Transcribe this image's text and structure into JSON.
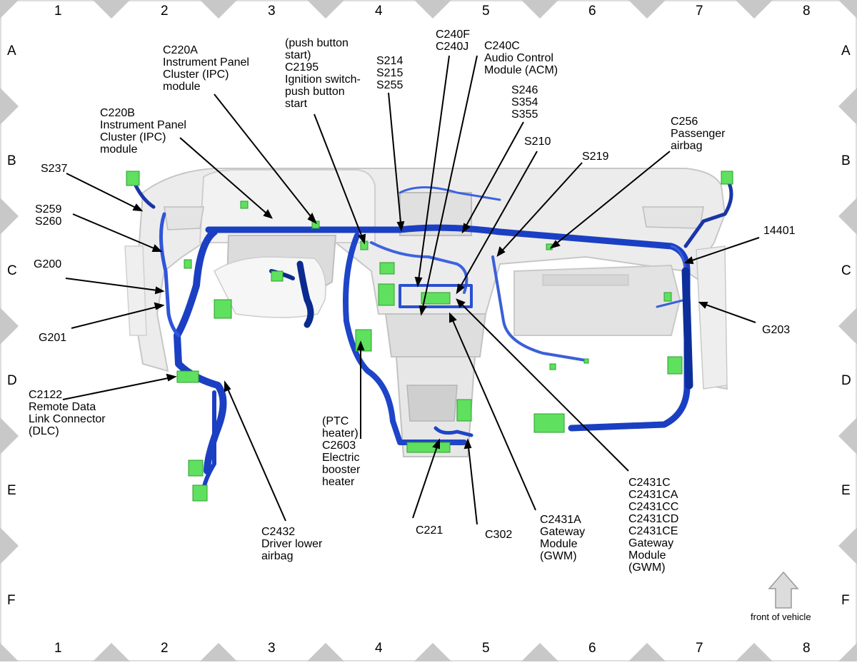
{
  "grid": {
    "columns": [
      "1",
      "2",
      "3",
      "4",
      "5",
      "6",
      "7",
      "8"
    ],
    "rows": [
      "A",
      "B",
      "C",
      "D",
      "E",
      "F"
    ]
  },
  "labels": {
    "c220a": "C220A\nInstrument Panel\nCluster (IPC)\nmodule",
    "c220b": "C220B\nInstrument Panel\nCluster (IPC)\nmodule",
    "c2195": "(push button\nstart)\nC2195\nIgnition switch-\npush button\nstart",
    "s214": "S214\nS215\nS255",
    "c240f": "C240F\nC240J",
    "c240c": "C240C\nAudio Control\nModule (ACM)",
    "s246": "S246\nS354\nS355",
    "s210": "S210",
    "s219": "S219",
    "c256": "C256\nPassenger\nairbag",
    "s237": "S237",
    "s259": "S259\nS260",
    "g200": "G200",
    "g201": "G201",
    "c2122": "C2122\nRemote Data\nLink Connector\n(DLC)",
    "c2603": "(PTC\nheater)\nC2603\nElectric\nbooster\nheater",
    "c2432": "C2432\nDriver lower\nairbag",
    "c221": "C221",
    "c302": "C302",
    "c2431a": "C2431A\nGateway\nModule\n(GWM)",
    "c2431c": "C2431C\nC2431CA\nC2431CC\nC2431CD\nC2431CE\nGateway\nModule\n(GWM)",
    "n14401": "14401",
    "g203": "G203"
  },
  "front_of_vehicle": "front of vehicle",
  "colors": {
    "harness": "#1f45c8",
    "harness_dark": "#0b2a90",
    "connector": "#5fe05f",
    "panel": "#e8e8e8",
    "border_triangle": "#c8c8c8"
  }
}
